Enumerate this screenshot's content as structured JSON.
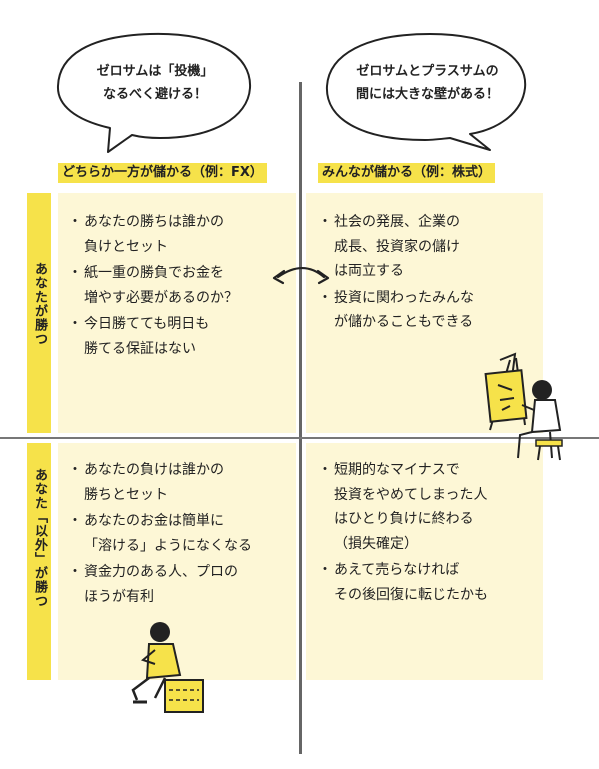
{
  "bubbles": {
    "left": "ゼロサムは「投機」\nなるべく避ける！",
    "right": "ゼロサムとプラスサムの\n間には大きな壁がある！"
  },
  "columns": {
    "left": "どちらか一方が儲かる（例：FX）",
    "right": "みんなが儲かる（例：株式）"
  },
  "rows": {
    "top": "あなたが勝つ",
    "bottom": "あなた「以外」が勝つ"
  },
  "quadrants": {
    "top_left": [
      "あなたの勝ちは誰かの\n負けとセット",
      "紙一重の勝負でお金を\n増やす必要があるのか？",
      "今日勝てても明日も\n勝てる保証はない"
    ],
    "top_right": [
      "社会の発展、企業の\n成長、投資家の儲け\nは両立する",
      "投資に関わったみんな\nが儲かることもできる"
    ],
    "bottom_left": [
      "あなたの負けは誰かの\n勝ちとセット",
      "あなたのお金は簡単に\n「溶ける」ようになくなる",
      "資金力のある人、プロの\nほうが有利"
    ],
    "bottom_right": [
      "短期的なマイナスで\n投資をやめてしまった人\nはひとり負けに終わる\n（損失確定）",
      "あえて売らなければ\nその後回復に転じたかも"
    ]
  },
  "colors": {
    "yellow": "#f6e24a",
    "pale_yellow": "#fdf7d6",
    "divider": "#666666",
    "ink": "#222222"
  },
  "icons": [
    "speech-bubble",
    "double-arrow-icon",
    "painter-figure",
    "sitting-figure"
  ]
}
